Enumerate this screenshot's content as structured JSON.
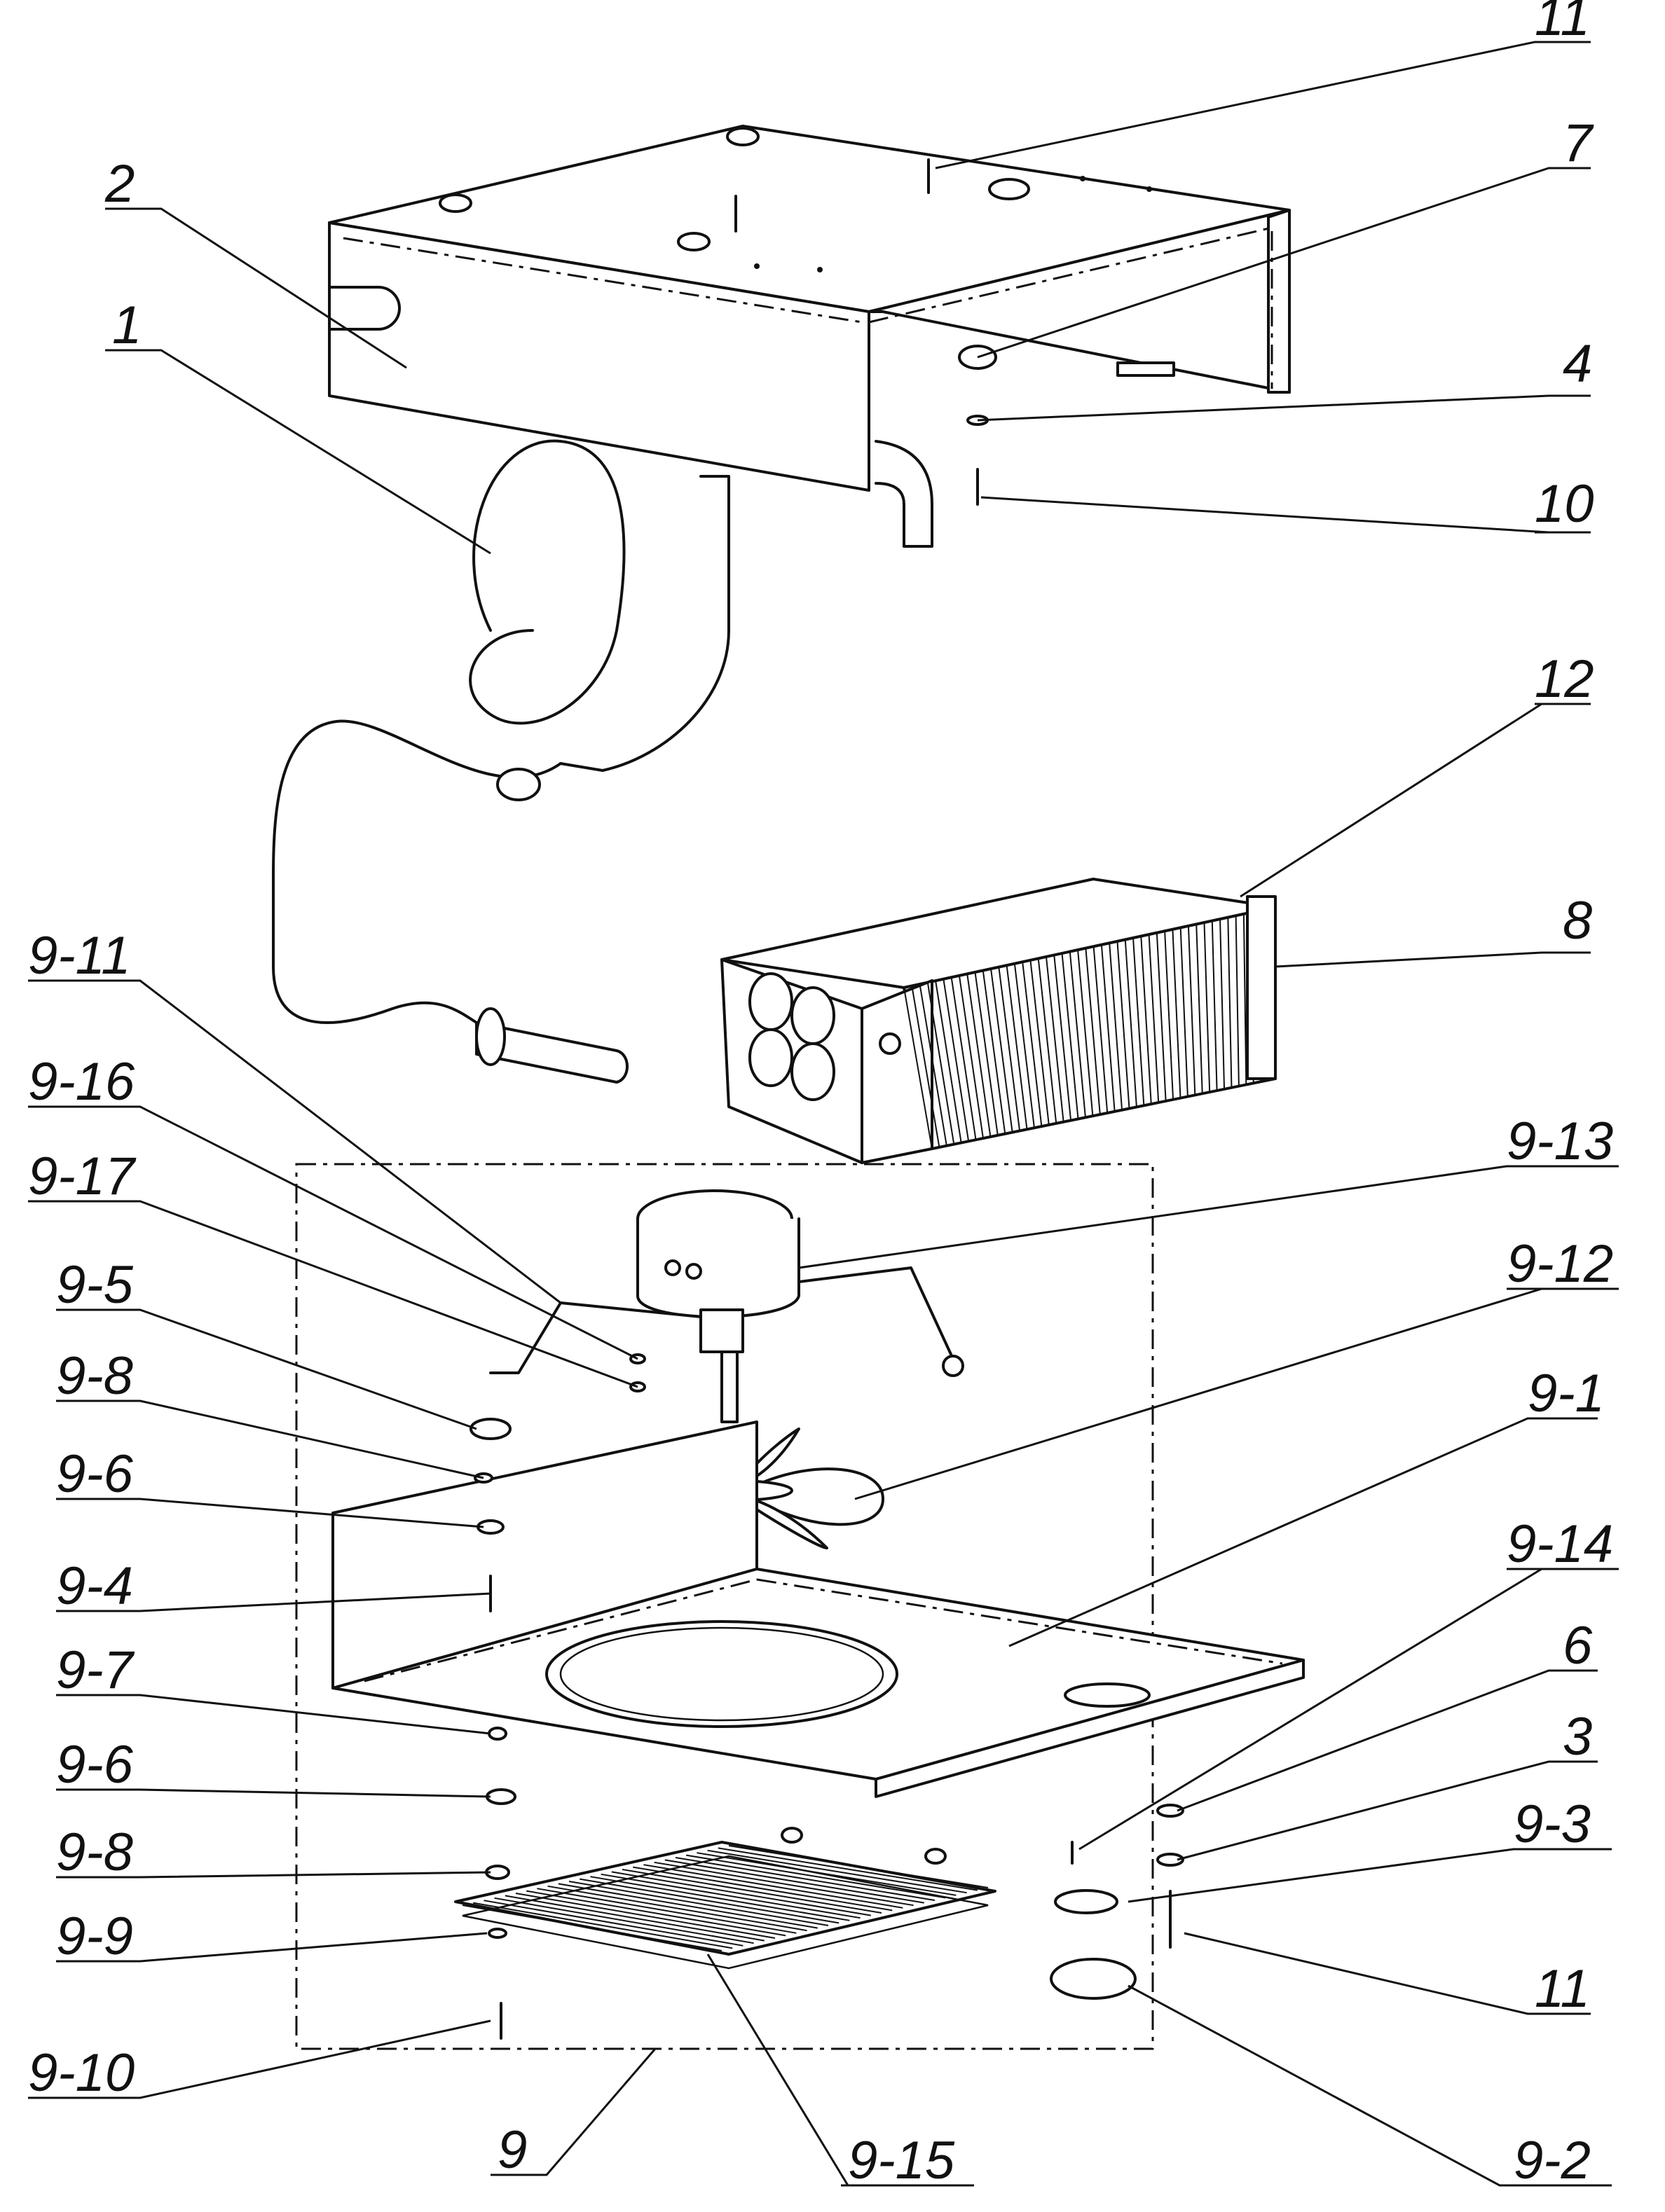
{
  "labels": {
    "l11a": "11",
    "l7": "7",
    "l2": "2",
    "l1": "1",
    "l4": "4",
    "l10": "10",
    "l12": "12",
    "l8": "8",
    "l9_11": "9-11",
    "l9_16": "9-16",
    "l9_17": "9-17",
    "l9_13": "9-13",
    "l9_5": "9-5",
    "l9_12": "9-12",
    "l9_8a": "9-8",
    "l9_1": "9-1",
    "l9_6a": "9-6",
    "l9_14": "9-14",
    "l9_4": "9-4",
    "l6": "6",
    "l9_7": "9-7",
    "l3": "3",
    "l9_6b": "9-6",
    "l9_3": "9-3",
    "l9_8b": "9-8",
    "l9_9": "9-9",
    "l11b": "11",
    "l9_10": "9-10",
    "l9": "9",
    "l9_15": "9-15",
    "l9_2": "9-2"
  }
}
